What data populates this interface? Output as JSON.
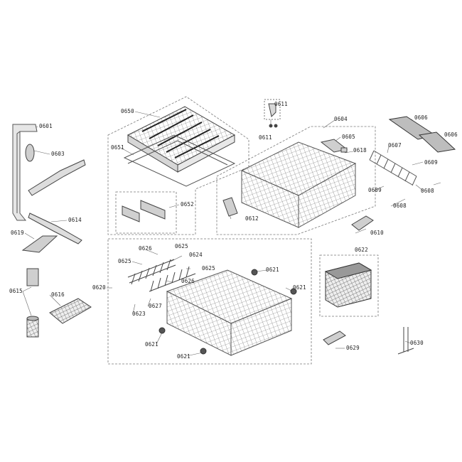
{
  "colors": {
    "line": "#555555",
    "part_fill": "#d9d9d9",
    "part_dark": "#444444"
  },
  "parts": {
    "p0601": "0601",
    "p0603": "0603",
    "p0614": "0614",
    "p0619": "0619",
    "p0615": "0615",
    "p0616": "0616",
    "p0650": "0650",
    "p0651": "0651",
    "p0652": "0652",
    "p0611a": "0611",
    "p0611b": "0611",
    "p0604": "0604",
    "p0606a": "0606",
    "p0606b": "0606",
    "p0605": "0605",
    "p0618": "0618",
    "p0607": "0607",
    "p0609a": "0609",
    "p0609b": "0609",
    "p0608a": "0608",
    "p0608b": "0608",
    "p0612": "0612",
    "p0610": "0610",
    "p0620": "0620",
    "p0626a": "0626",
    "p0625a": "0625",
    "p0624": "0624",
    "p0625b": "0625",
    "p0625c": "0625",
    "p0626b": "0626",
    "p0627": "0627",
    "p0623": "0623",
    "p0621a": "0621",
    "p0621b": "0621",
    "p0621c": "0621",
    "p0621d": "0621",
    "p0622": "0622",
    "p0629": "0629",
    "p0630": "0630"
  }
}
